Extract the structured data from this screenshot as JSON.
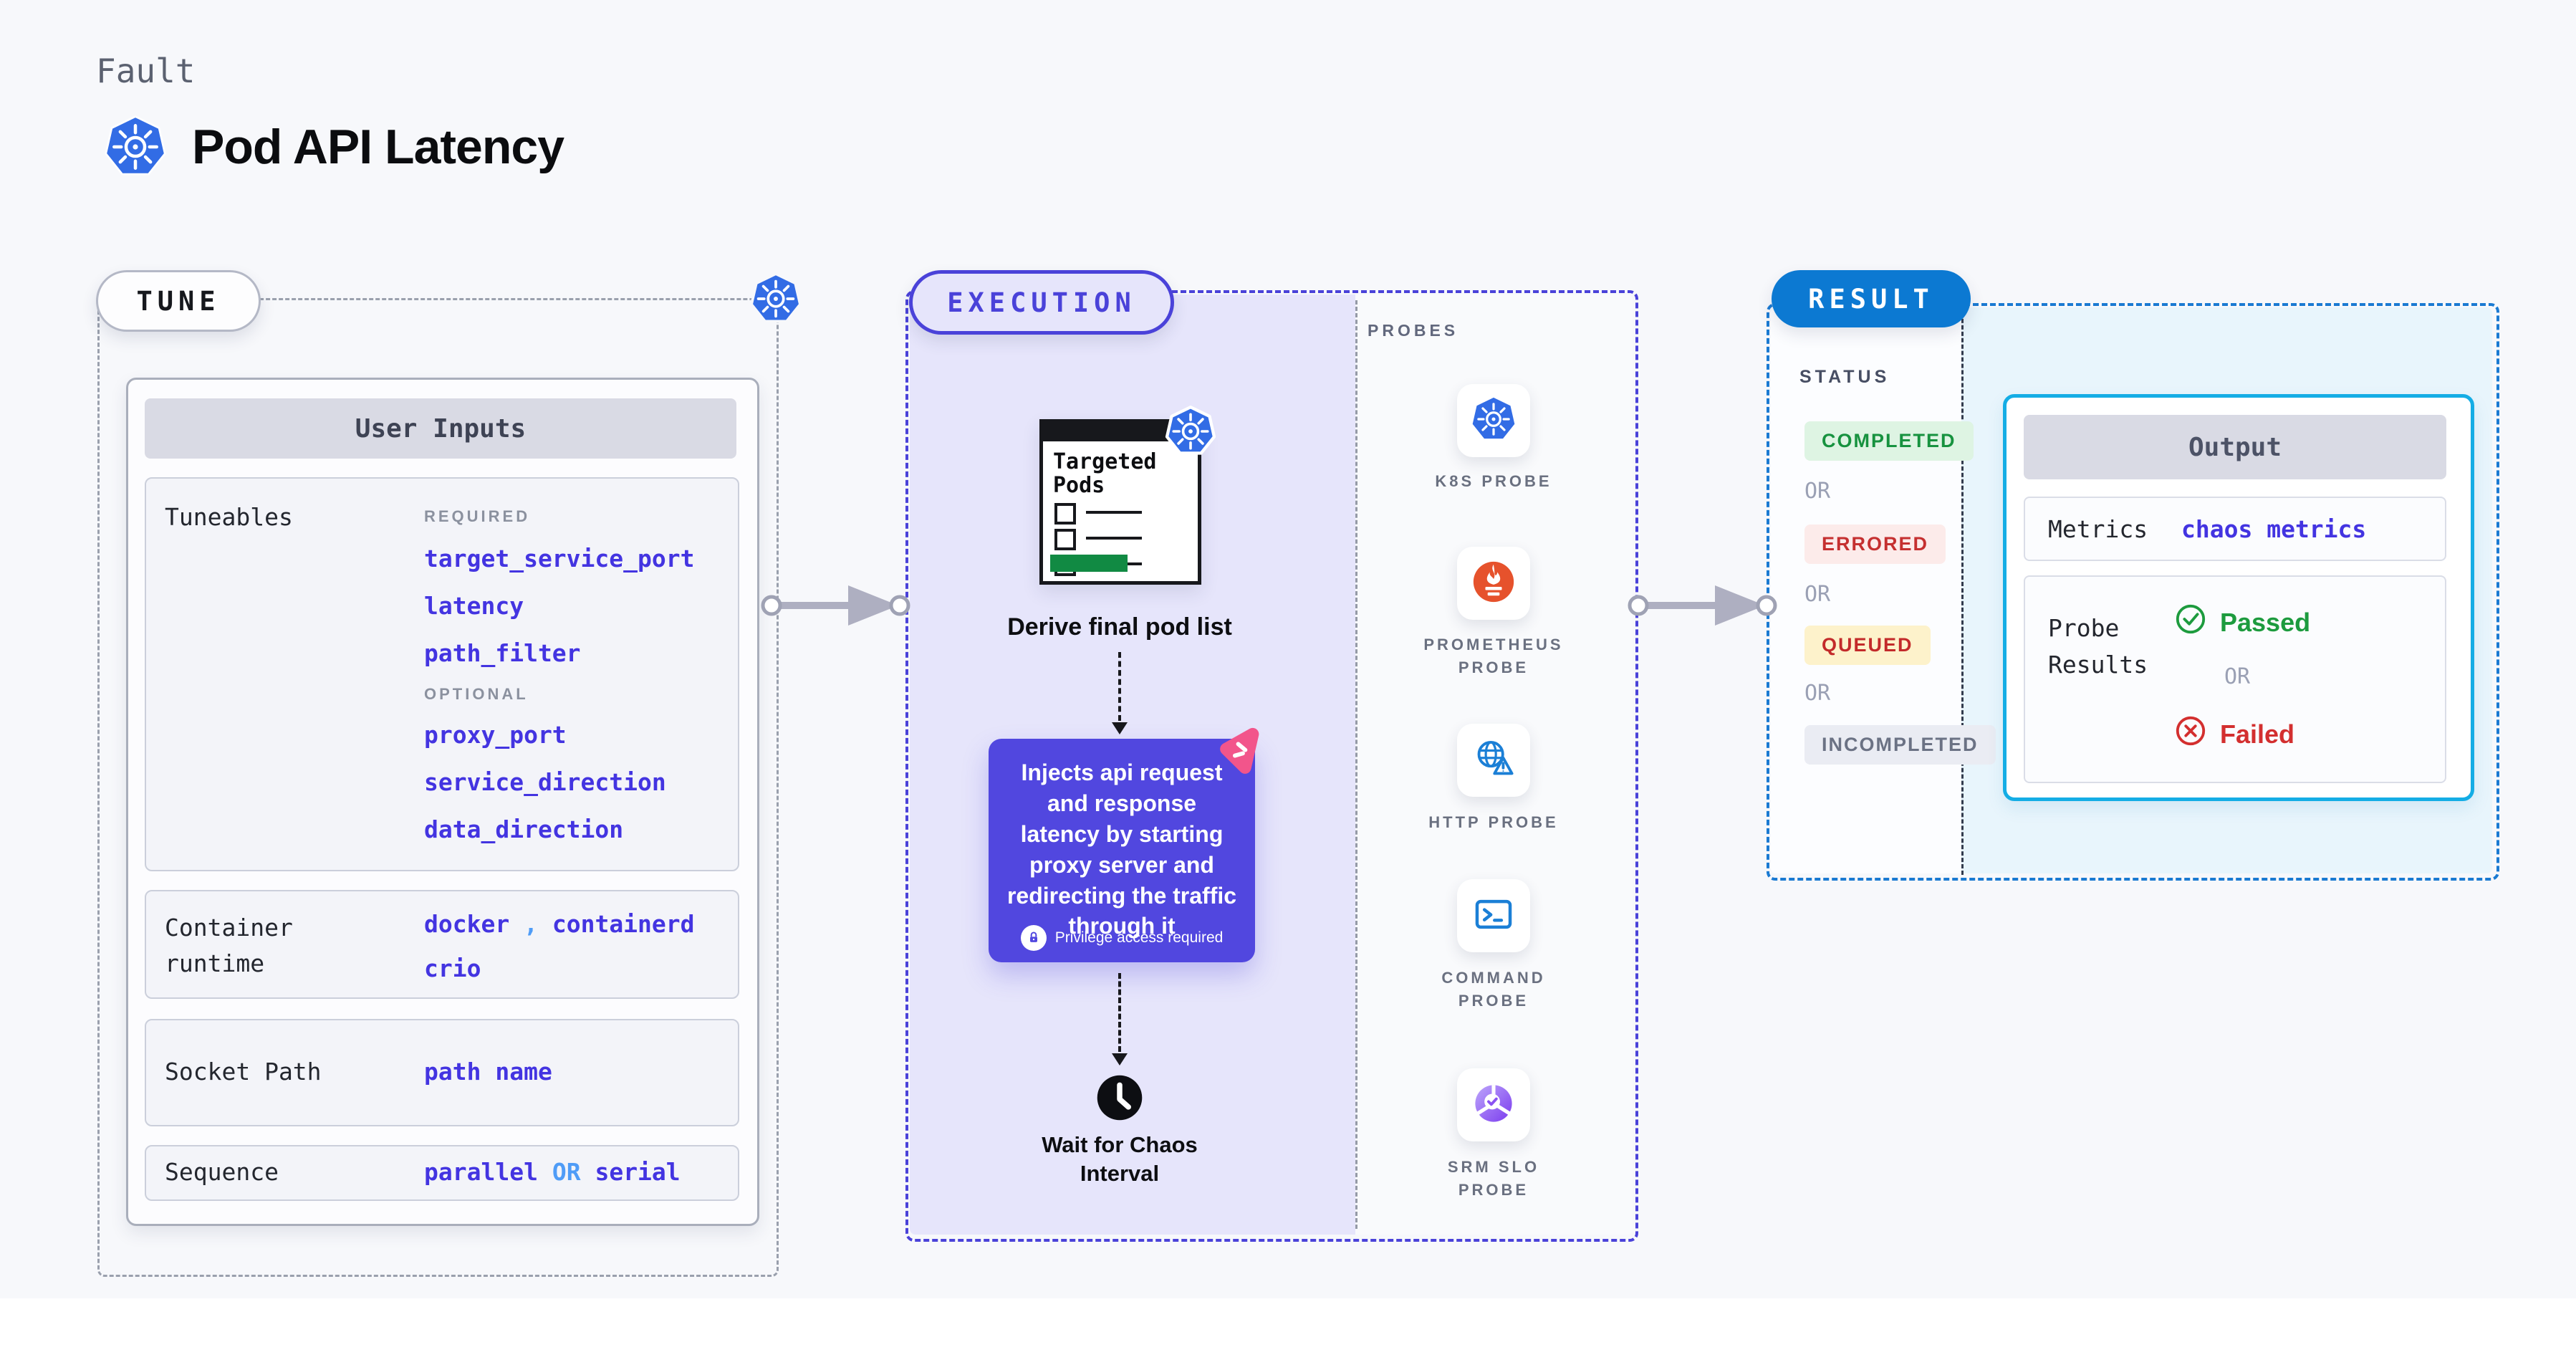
{
  "header": {
    "kicker": "Fault",
    "title": "Pod API Latency"
  },
  "tune": {
    "badge": "TUNE",
    "user_inputs": {
      "title": "User Inputs",
      "tuneables": {
        "label": "Tuneables",
        "required_label": "REQUIRED",
        "required": [
          "target_service_port",
          "latency",
          "path_filter"
        ],
        "optional_label": "OPTIONAL",
        "optional": [
          "proxy_port",
          "service_direction",
          "data_direction"
        ]
      },
      "container_runtime": {
        "label": "Container runtime",
        "value1": "docker",
        "separator": ",",
        "value2": "containerd",
        "value3": "crio"
      },
      "socket_path": {
        "label": "Socket Path",
        "value": "path name"
      },
      "sequence": {
        "label": "Sequence",
        "value_a": "parallel",
        "or": "OR",
        "value_b": "serial"
      }
    }
  },
  "execution": {
    "badge": "EXECUTION",
    "targeted_pods_title": "Targeted Pods",
    "derive_caption": "Derive final pod list",
    "inject_note": "Injects api request and response latency by starting proxy server and redirecting the traffic through it",
    "privilege_note": "Privilege access required",
    "wait_caption": "Wait for Chaos Interval"
  },
  "probes": {
    "label": "PROBES",
    "items": [
      {
        "name": "K8S PROBE",
        "icon": "kubernetes-icon",
        "line1": "K8S PROBE",
        "line2": ""
      },
      {
        "name": "PROMETHEUS PROBE",
        "icon": "prometheus-icon",
        "line1": "PROMETHEUS",
        "line2": "PROBE"
      },
      {
        "name": "HTTP PROBE",
        "icon": "http-globe-warning-icon",
        "line1": "HTTP PROBE",
        "line2": ""
      },
      {
        "name": "COMMAND PROBE",
        "icon": "terminal-icon",
        "line1": "COMMAND",
        "line2": "PROBE"
      },
      {
        "name": "SRM SLO PROBE",
        "icon": "slo-pie-check-icon",
        "line1": "SRM SLO",
        "line2": "PROBE"
      }
    ]
  },
  "result": {
    "badge": "RESULT",
    "status": {
      "label": "STATUS",
      "or": "OR",
      "items": [
        {
          "text": "COMPLETED",
          "fg": "#17923f",
          "bg": "#def4e3"
        },
        {
          "text": "ERRORED",
          "fg": "#c53030",
          "bg": "#fcebea"
        },
        {
          "text": "QUEUED",
          "fg": "#c32a2a",
          "bg": "#fdf2cb"
        },
        {
          "text": "INCOMPLETED",
          "fg": "#6b7284",
          "bg": "#eaecf3"
        }
      ]
    },
    "output": {
      "title": "Output",
      "metrics_label": "Metrics",
      "metrics_value": "chaos metrics",
      "probe_results_line1": "Probe",
      "probe_results_line2": "Results",
      "passed": "Passed",
      "or": "OR",
      "failed": "Failed"
    }
  },
  "colors": {
    "accent_indigo": "#4a42d9",
    "value_indigo": "#4334e1",
    "link_blue": "#4f9cf7",
    "result_blue": "#0c79d2",
    "output_border_cyan": "#14ade5",
    "k8s_blue": "#326ce5",
    "prometheus_orange": "#e6522c",
    "probe_icon_blue": "#1b7fd6",
    "srm_purple": "#7b3bee",
    "passed_green": "#1d9b3e",
    "failed_red": "#d32f2f",
    "inject_bg": "#5147df",
    "chaos_pink": "#f2558b",
    "targeted_pods_green": "#118a43"
  }
}
